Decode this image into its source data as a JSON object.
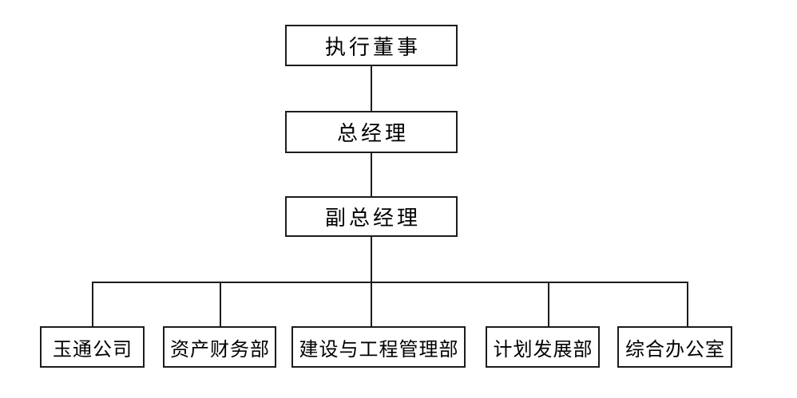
{
  "org_chart": {
    "nodes": {
      "executive_director": {
        "label": "执行董事"
      },
      "general_manager": {
        "label": "总经理"
      },
      "deputy_general_manager": {
        "label": "副总经理"
      },
      "departments": [
        {
          "label": "玉通公司"
        },
        {
          "label": "资产财务部"
        },
        {
          "label": "建设与工程管理部"
        },
        {
          "label": "计划发展部"
        },
        {
          "label": "综合办公室"
        }
      ]
    },
    "hierarchy": [
      {
        "parent": "执行董事",
        "child": "总经理"
      },
      {
        "parent": "总经理",
        "child": "副总经理"
      },
      {
        "parent": "副总经理",
        "children": [
          "玉通公司",
          "资产财务部",
          "建设与工程管理部",
          "计划发展部",
          "综合办公室"
        ]
      }
    ],
    "colors": {
      "background": "#ffffff",
      "box_border": "#1c1c1c",
      "connector": "#1c1c1c",
      "text": "#000000"
    }
  }
}
